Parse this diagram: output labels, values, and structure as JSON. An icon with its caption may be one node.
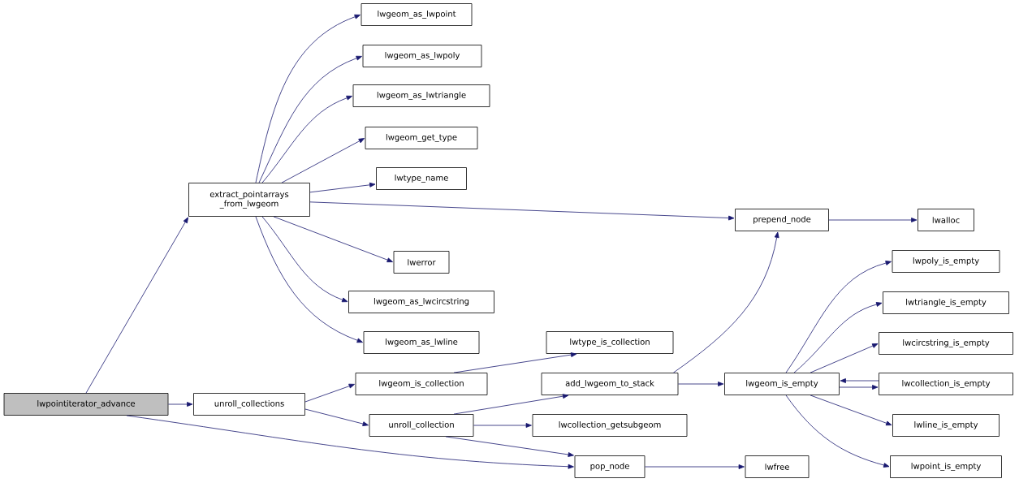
{
  "diagram": {
    "nodes": [
      {
        "text": [
          "lwpointiterator_advance"
        ]
      },
      {
        "text": [
          "extract_pointarrays _from_lwgeom"
        ]
      },
      {
        "text": [
          "lwgeom_as_lwpoint"
        ]
      },
      {
        "text": [
          "lwgeom_as_lwpoly"
        ]
      },
      {
        "text": [
          "lwgeom_as_lwtriangle"
        ]
      },
      {
        "text": [
          "lwgeom_get_type"
        ]
      },
      {
        "text": [
          "lwtype_name"
        ]
      },
      {
        "text": [
          "lwerror"
        ]
      },
      {
        "text": [
          "lwgeom_as_lwcircstring"
        ]
      },
      {
        "text": [
          "lwgeom_as_lwline"
        ]
      },
      {
        "text": [
          "unroll_collections"
        ]
      },
      {
        "text": [
          "lwgeom_is_collection"
        ]
      },
      {
        "text": [
          "unroll_collection"
        ]
      },
      {
        "text": [
          "lwtype_is_collection"
        ]
      },
      {
        "text": [
          "add_lwgeom_to_stack"
        ]
      },
      {
        "text": [
          "lwcollection_getsubgeom"
        ]
      },
      {
        "text": [
          "pop_node"
        ]
      },
      {
        "text": [
          "prepend_node"
        ]
      },
      {
        "text": [
          "lwalloc"
        ]
      },
      {
        "text": [
          "lwgeom_is_empty"
        ]
      },
      {
        "text": [
          "lwfree"
        ]
      },
      {
        "text": [
          "lwpoly_is_empty"
        ]
      },
      {
        "text": [
          "lwtriangle_is_empty"
        ]
      },
      {
        "text": [
          "lwcircstring_is_empty"
        ]
      },
      {
        "text": [
          "lwcollection_is_empty"
        ]
      },
      {
        "text": [
          "lwline_is_empty"
        ]
      },
      {
        "text": [
          "lwpoint_is_empty"
        ]
      }
    ],
    "edges": [
      {
        "from": 0,
        "to": 1,
        "arrow": "to"
      },
      {
        "from": 0,
        "to": 10,
        "arrow": "to"
      },
      {
        "from": 0,
        "to": 16,
        "arrow": "to"
      },
      {
        "from": 1,
        "to": 2,
        "arrow": "to"
      },
      {
        "from": 1,
        "to": 3,
        "arrow": "to"
      },
      {
        "from": 1,
        "to": 4,
        "arrow": "to"
      },
      {
        "from": 1,
        "to": 5,
        "arrow": "to"
      },
      {
        "from": 1,
        "to": 6,
        "arrow": "to"
      },
      {
        "from": 1,
        "to": 17,
        "arrow": "to"
      },
      {
        "from": 1,
        "to": 7,
        "arrow": "to"
      },
      {
        "from": 1,
        "to": 8,
        "arrow": "to"
      },
      {
        "from": 1,
        "to": 9,
        "arrow": "to"
      },
      {
        "from": 10,
        "to": 11,
        "arrow": "to"
      },
      {
        "from": 10,
        "to": 12,
        "arrow": "to"
      },
      {
        "from": 11,
        "to": 13,
        "arrow": "to"
      },
      {
        "from": 12,
        "to": 14,
        "arrow": "to"
      },
      {
        "from": 12,
        "to": 15,
        "arrow": "to"
      },
      {
        "from": 12,
        "to": 16,
        "arrow": "to"
      },
      {
        "from": 14,
        "to": 17,
        "arrow": "to"
      },
      {
        "from": 14,
        "to": 19,
        "arrow": "to"
      },
      {
        "from": 17,
        "to": 18,
        "arrow": "to"
      },
      {
        "from": 16,
        "to": 20,
        "arrow": "to"
      },
      {
        "from": 19,
        "to": 21,
        "arrow": "to"
      },
      {
        "from": 19,
        "to": 22,
        "arrow": "to"
      },
      {
        "from": 19,
        "to": 23,
        "arrow": "to"
      },
      {
        "from": 19,
        "to": 24,
        "arrow": "to"
      },
      {
        "from": 19,
        "to": 25,
        "arrow": "to"
      },
      {
        "from": 19,
        "to": 26,
        "arrow": "to"
      },
      {
        "from": 24,
        "to": 19,
        "arrow": "to"
      }
    ]
  }
}
